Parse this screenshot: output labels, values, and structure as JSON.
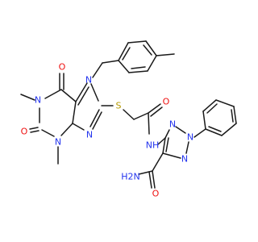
{
  "atoms": {
    "n1": "N",
    "n3": "N",
    "n7": "N",
    "n9": "N",
    "o2": "O",
    "o6": "O",
    "s": "S",
    "o_amide": "O",
    "nh": "NH",
    "tri_n1": "N",
    "tri_n2": "N",
    "tri_n3": "N",
    "o_carbox": "O",
    "nh2": "H2N"
  },
  "colors": {
    "nitrogen": "#2233ee",
    "oxygen": "#ee1111",
    "sulfur": "#b59a00",
    "bond": "#1a1a1a"
  }
}
